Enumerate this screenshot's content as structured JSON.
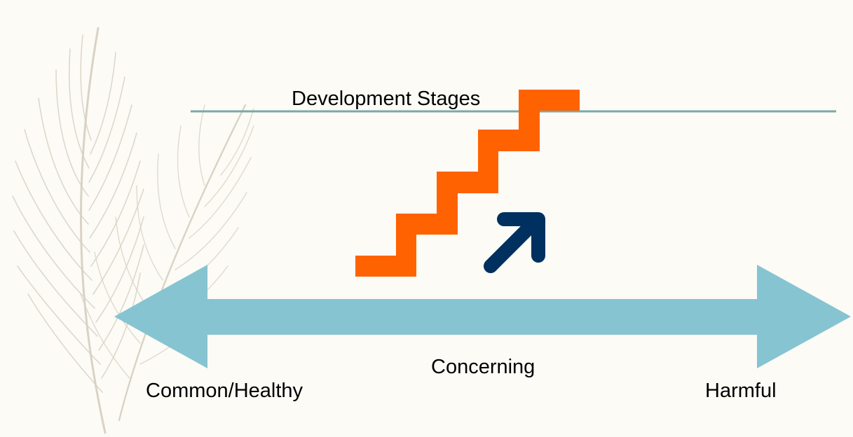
{
  "title": "",
  "labels": {
    "development_stages": "Development Stages",
    "concerning": "Concerning",
    "common_healthy": "Common/Healthy",
    "harmful": "Harmful"
  },
  "colors": {
    "background": "#fcfbf6",
    "divider_line": "#7aa9a8",
    "stairs": "#ff6200",
    "up_arrow": "#00305f",
    "spectrum_arrow": "#86c4d2",
    "feather": "#d8d3c4"
  },
  "icons": {
    "stairs": "staircase-icon",
    "up_arrow": "up-right-arrow-icon",
    "spectrum": "double-headed-arrow",
    "decoration": "feather-decoration"
  }
}
